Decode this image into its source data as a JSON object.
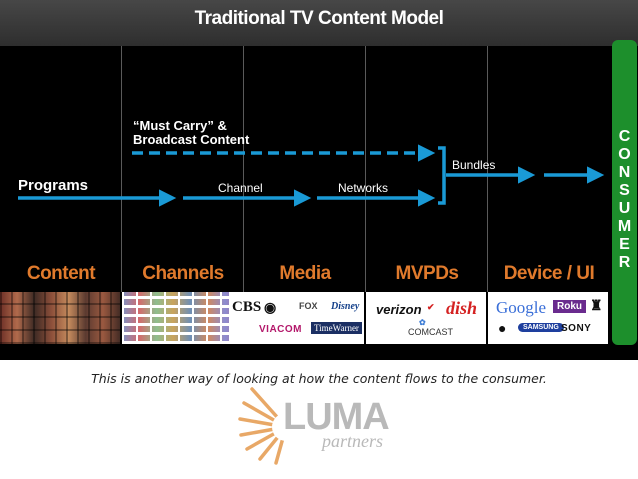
{
  "header": {
    "title": "Traditional TV Content Model"
  },
  "flow": {
    "must_carry_line1": "“Must Carry” &",
    "must_carry_line2": "Broadcast Content",
    "programs": "Programs",
    "channel": "Channel",
    "networks": "Networks",
    "bundles": "Bundles"
  },
  "columns": [
    {
      "label": "Content"
    },
    {
      "label": "Channels"
    },
    {
      "label": "Media"
    },
    {
      "label": "MVPDs"
    },
    {
      "label": "Device / UI"
    }
  ],
  "consumer_letters": [
    "C",
    "O",
    "N",
    "S",
    "U",
    "M",
    "E",
    "R"
  ],
  "logos": {
    "media": [
      "CBS",
      "FOX",
      "Disney",
      "VIACOM",
      "TimeWarner"
    ],
    "mvpds": [
      "verizon",
      "dish",
      "COMCAST"
    ],
    "devices": [
      "Google",
      "Roku",
      "SAMSUNG",
      "SONY"
    ]
  },
  "caption": "This is another way of looking at how the content flows to the consumer.",
  "brand": {
    "name": "LUMA",
    "sub": "partners"
  },
  "colors": {
    "arrow": "#1a9ad6",
    "column_label": "#e07a2c",
    "consumer_bar": "#1d8f2c",
    "luma_sun": "#e8a867"
  }
}
